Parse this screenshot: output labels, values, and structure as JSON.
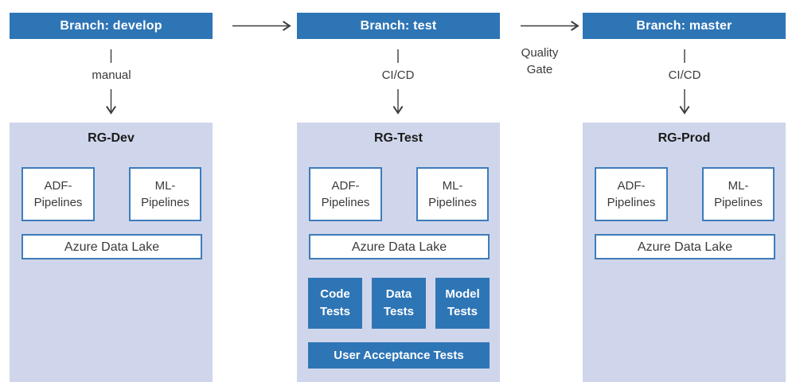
{
  "colors": {
    "node_blue": "#2e75b6",
    "panel_background": "#cfd6eb",
    "box_border_blue": "#3e7cba",
    "text_dark": "#3a3a3a",
    "arrow_gray": "#3c3c3c",
    "white": "#ffffff"
  },
  "flow": {
    "branches": [
      {
        "label": "Branch: develop",
        "connector": "manual"
      },
      {
        "label": "Branch: test",
        "connector": "CI/CD"
      },
      {
        "label": "Branch: master",
        "connector": "CI/CD"
      }
    ],
    "quality_gate": {
      "line1": "Quality",
      "line2": "Gate"
    }
  },
  "resource_groups": [
    {
      "title": "RG-Dev",
      "adf": {
        "line1": "ADF-",
        "line2": "Pipelines"
      },
      "ml": {
        "line1": "ML-",
        "line2": "Pipelines"
      },
      "data_lake": "Azure Data Lake"
    },
    {
      "title": "RG-Test",
      "adf": {
        "line1": "ADF-",
        "line2": "Pipelines"
      },
      "ml": {
        "line1": "ML-",
        "line2": "Pipelines"
      },
      "data_lake": "Azure Data Lake",
      "tests": [
        {
          "line1": "Code",
          "line2": "Tests"
        },
        {
          "line1": "Data",
          "line2": "Tests"
        },
        {
          "line1": "Model",
          "line2": "Tests"
        }
      ],
      "uat": "User Acceptance Tests"
    },
    {
      "title": "RG-Prod",
      "adf": {
        "line1": "ADF-",
        "line2": "Pipelines"
      },
      "ml": {
        "line1": "ML-",
        "line2": "Pipelines"
      },
      "data_lake": "Azure Data Lake"
    }
  ]
}
